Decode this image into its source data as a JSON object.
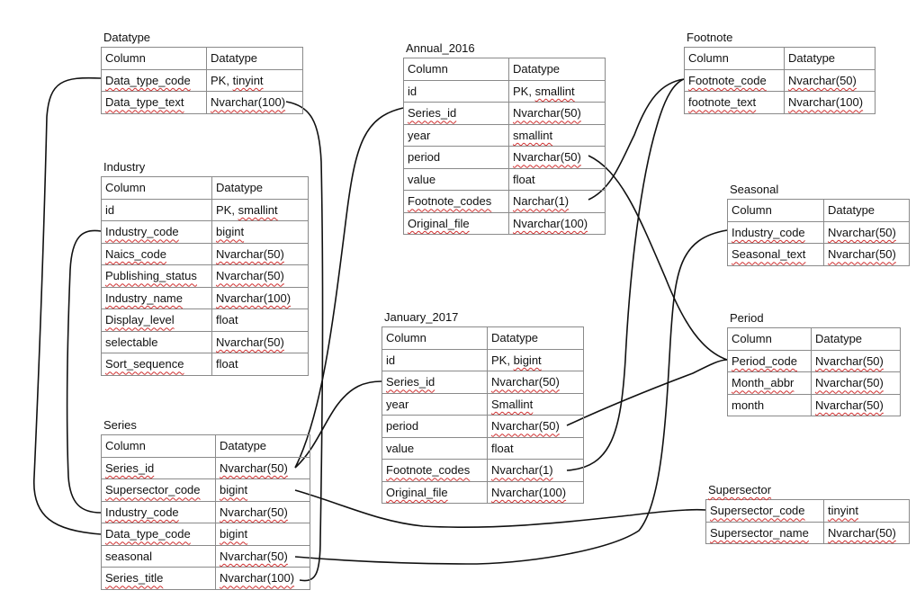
{
  "tables": [
    {
      "key": "datatype",
      "title": "Datatype",
      "header": [
        "Column",
        "Datatype"
      ],
      "rows": [
        [
          "Data_type_code",
          "PK, tinyint"
        ],
        [
          "Data_type_text",
          "Nvarchar(100)"
        ]
      ]
    },
    {
      "key": "industry",
      "title": "Industry",
      "header": [
        "Column",
        "Datatype"
      ],
      "rows": [
        [
          "id",
          "PK, smallint"
        ],
        [
          "Industry_code",
          "bigint"
        ],
        [
          "Naics_code",
          "Nvarchar(50)"
        ],
        [
          "Publishing_status",
          "Nvarchar(50)"
        ],
        [
          "Industry_name",
          "Nvarchar(100)"
        ],
        [
          "Display_level",
          "float"
        ],
        [
          "selectable",
          "Nvarchar(50)"
        ],
        [
          "Sort_sequence",
          "float"
        ]
      ]
    },
    {
      "key": "series",
      "title": "Series",
      "header": [
        "Column",
        "Datatype"
      ],
      "rows": [
        [
          "Series_id",
          "Nvarchar(50)"
        ],
        [
          "Supersector_code",
          "bigint"
        ],
        [
          "Industry_code",
          "Nvarchar(50)"
        ],
        [
          "Data_type_code",
          "bigint"
        ],
        [
          "seasonal",
          "Nvarchar(50)"
        ],
        [
          "Series_title",
          "Nvarchar(100)"
        ]
      ]
    },
    {
      "key": "annual",
      "title": "Annual_2016",
      "header": [
        "Column",
        "Datatype"
      ],
      "rows": [
        [
          "id",
          "PK, smallint"
        ],
        [
          "Series_id",
          "Nvarchar(50)"
        ],
        [
          "year",
          "smallint"
        ],
        [
          "period",
          "Nvarchar(50)"
        ],
        [
          "value",
          "float"
        ],
        [
          "Footnote_codes",
          "Narchar(1)"
        ],
        [
          "Original_file",
          "Nvarchar(100)"
        ]
      ]
    },
    {
      "key": "january",
      "title": "January_2017",
      "header": [
        "Column",
        "Datatype"
      ],
      "rows": [
        [
          "id",
          "PK, bigint"
        ],
        [
          "Series_id",
          "Nvarchar(50)"
        ],
        [
          "year",
          "Smallint"
        ],
        [
          "period",
          "Nvarchar(50)"
        ],
        [
          "value",
          "float"
        ],
        [
          "Footnote_codes",
          "Nvarchar(1)"
        ],
        [
          "Original_file",
          "Nvarchar(100)"
        ]
      ]
    },
    {
      "key": "footnote",
      "title": "Footnote",
      "header": [
        "Column",
        "Datatype"
      ],
      "rows": [
        [
          "Footnote_code",
          "Nvarchar(50)"
        ],
        [
          "footnote_text",
          "Nvarchar(100)"
        ]
      ]
    },
    {
      "key": "seasonal",
      "title": "Seasonal",
      "header": [
        "Column",
        "Datatype"
      ],
      "rows": [
        [
          "Industry_code",
          "Nvarchar(50)"
        ],
        [
          "Seasonal_text",
          "Nvarchar(50)"
        ]
      ]
    },
    {
      "key": "period",
      "title": "Period",
      "header": [
        "Column",
        "Datatype"
      ],
      "rows": [
        [
          "Period_code",
          "Nvarchar(50)"
        ],
        [
          "Month_abbr",
          "Nvarchar(50)"
        ],
        [
          "month",
          "Nvarchar(50)"
        ]
      ]
    },
    {
      "key": "supersector",
      "title": "Supersector",
      "header": [],
      "rows": [
        [
          "Supersector_code",
          "tinyint"
        ],
        [
          "Supersector_name",
          "Nvarchar(50)"
        ]
      ]
    }
  ],
  "misspelled": [
    "Data_type_code",
    "tinyint",
    "Data_type_text",
    "Nvarchar(100)",
    "smallint",
    "Industry_code",
    "Naics_code",
    "Nvarchar(50)",
    "Publishing_status",
    "Industry_name",
    "Display_level",
    "Sort_sequence",
    "Series_id",
    "Supersector_code",
    "Series_title",
    "Footnote_codes",
    "Narchar(1)",
    "Original_file",
    "bigint",
    "Smallint",
    "Nvarchar(1)",
    "Footnote_code",
    "footnote_text",
    "Seasonal_text",
    "Period_code",
    "Month_abbr",
    "Supersector_name",
    "Supersector"
  ]
}
